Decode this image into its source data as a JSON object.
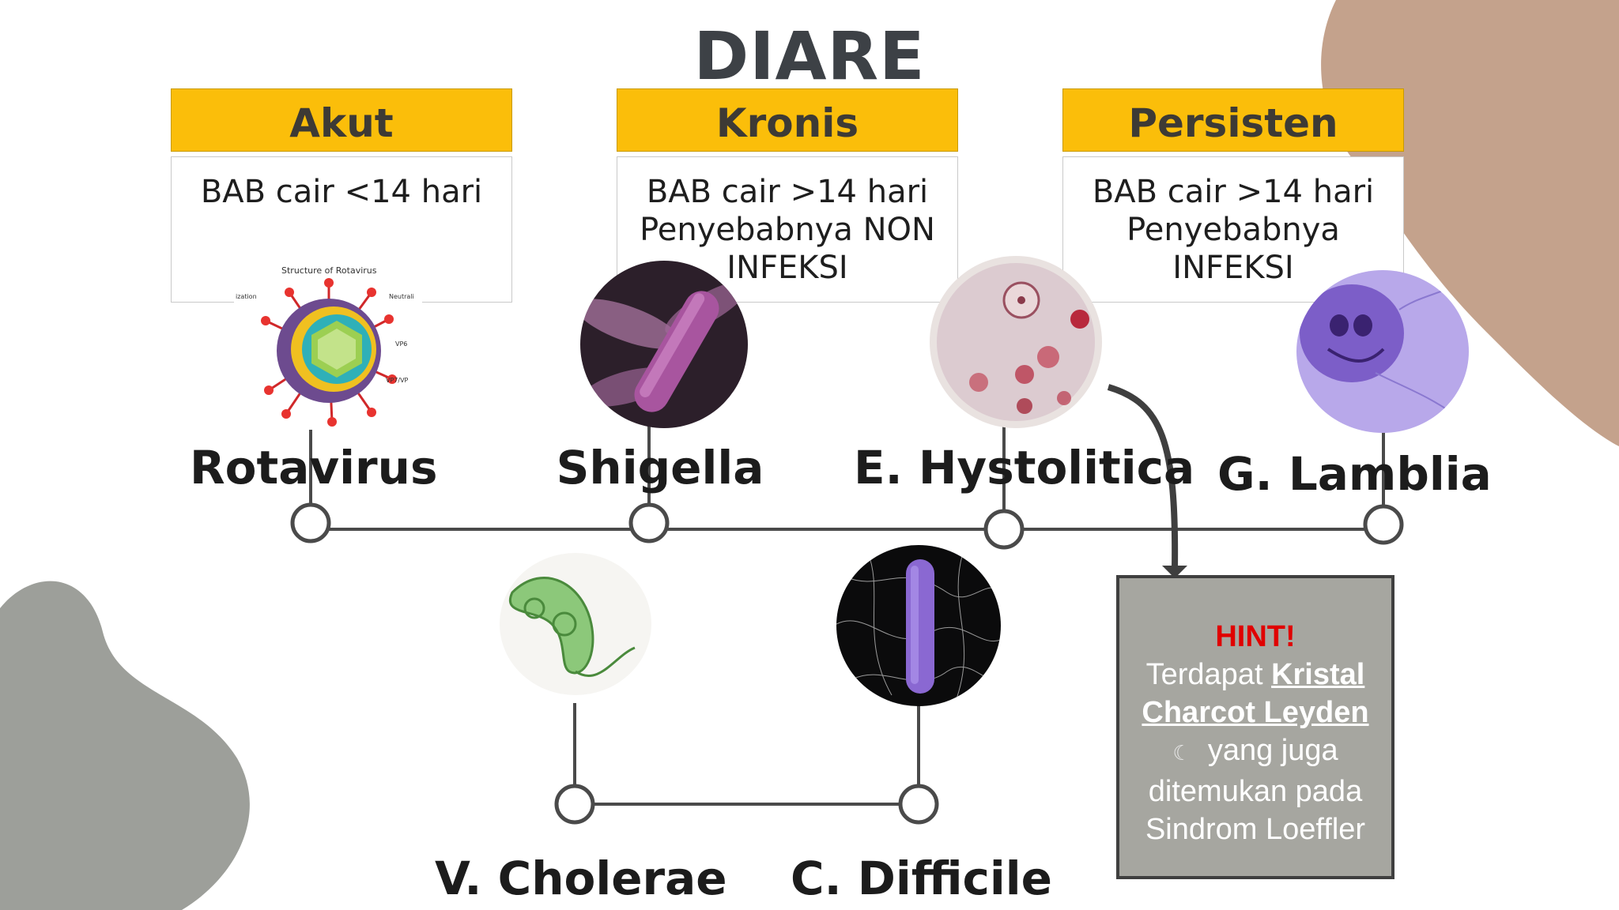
{
  "title": "DIARE",
  "categories": [
    {
      "header": "Akut",
      "lines": [
        "BAB cair <14 hari"
      ]
    },
    {
      "header": "Kronis",
      "lines": [
        "BAB cair >14 hari",
        "Penyebabnya NON",
        "INFEKSI"
      ]
    },
    {
      "header": "Persisten",
      "lines": [
        "BAB cair >14 hari",
        "Penyebabnya",
        "INFEKSI"
      ]
    }
  ],
  "organisms_top": [
    "Rotavirus",
    "Shigella",
    "E. Hystolitica",
    "G. Lamblia"
  ],
  "organisms_bottom": [
    "V. Cholerae",
    "C. Difficile"
  ],
  "rotavirus_diagram": {
    "title": "Structure of Rotavirus",
    "labels": [
      "ization",
      "Neutrali",
      "VP6",
      "VP7/VP"
    ]
  },
  "hint": {
    "title": "HINT!",
    "pre": "Terdapat",
    "emph1": "Kristal",
    "emph2": "Charcot Leyden",
    "moon": "☾",
    "lines": [
      "yang juga",
      "ditemukan pada",
      "Sindrom Loeffler"
    ]
  },
  "colors": {
    "header_yellow": "#fbbe0a",
    "blob_tan": "#c4a28c",
    "blob_gray": "#9d9f9a",
    "hint_bg": "#a6a6a0",
    "hint_red": "#e00000"
  },
  "icons": [
    "rotavirus-image",
    "shigella-image",
    "entamoeba-image",
    "giardia-image",
    "vibrio-image",
    "clostridium-image"
  ]
}
